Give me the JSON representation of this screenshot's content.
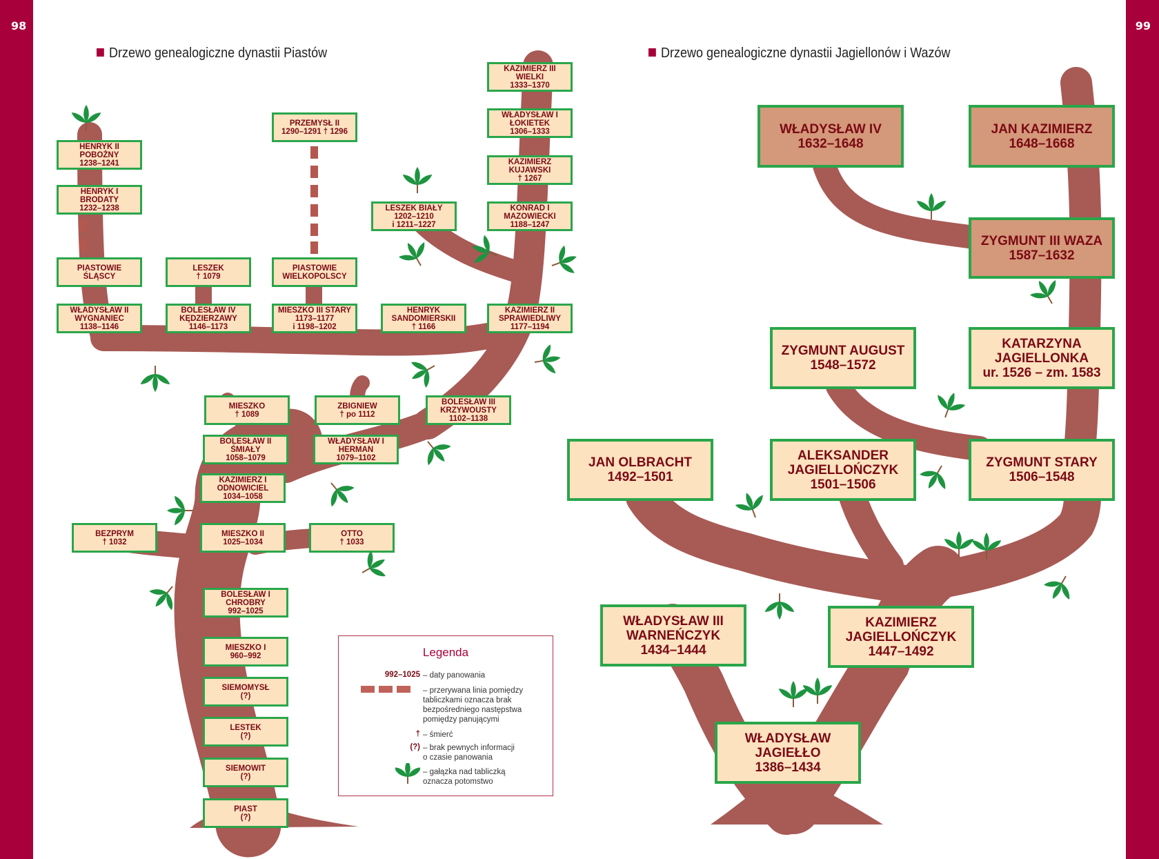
{
  "page_numbers": {
    "left": "98",
    "right": "99"
  },
  "headings": {
    "left": "Drzewo genealogiczne dynastii Piastów",
    "right": "Drzewo genealogiczne dynastii Jagiellonów i Wazów"
  },
  "piast": {
    "kazimierz_wielki": "KAZIMIERZ III\nWIELKI\n1333–1370",
    "wladyslaw_lokietek": "WŁADYSŁAW I\nŁOKIETEK\n1306–1333",
    "kazimierz_kujawski": "KAZIMIERZ\nKUJAWSKI\n† 1267",
    "konrad_mazowiecki": "KONRAD I\nMAZOWIECKI\n1188–1247",
    "kazimierz_sprawiedliwy": "KAZIMIERZ II\nSPRAWIEDLIWY\n1177–1194",
    "leszek_bialy": "LESZEK BIAŁY\n1202–1210\ni 1211–1227",
    "henryk_sandomierski": "HENRYK\nSANDOMIERSKII\n† 1166",
    "przemysl": "PRZEMYSŁ II\n1290–1291 † 1296",
    "piastowie_wielkopolscy": "PIASTOWIE\nWIELKOPOLSCY",
    "mieszko_stary": "MIESZKO III STARY\n1173–1177\ni 1198–1202",
    "leszek": "LESZEK\n† 1079",
    "boleslaw_kedzierzawy": "BOLESŁAW IV\nKĘDZIERZAWY\n1146–1173",
    "henryk_pobozny": "HENRYK II\nPOBOŻNY\n1238–1241",
    "henryk_brodaty": "HENRYK I\nBRODATY\n1232–1238",
    "piastowie_slascy": "PIASTOWIE\nŚLĄSCY",
    "wladyslaw_wygnaniec": "WŁADYSŁAW II\nWYGNANIEC\n1138–1146",
    "mieszko_1089": "MIESZKO\n† 1089",
    "zbigniew": "ZBIGNIEW\n† po 1112",
    "boleslaw_krzywousty": "BOLESŁAW III\nKRZYWOUSTY\n1102–1138",
    "boleslaw_smialy": "BOLESŁAW II\nŚMIAŁY\n1058–1079",
    "wladyslaw_herman": "WŁADYSŁAW I\nHERMAN\n1079–1102",
    "kazimierz_odnowiciel": "KAZIMIERZ I\nODNOWICIEL\n1034–1058",
    "bezprym": "BEZPRYM\n† 1032",
    "mieszko_ii": "MIESZKO II\n1025–1034",
    "otto": "OTTO\n† 1033",
    "boleslaw_chrobry": "BOLESŁAW I\nCHROBRY\n992–1025",
    "mieszko_i": "MIESZKO I\n960–992",
    "siemomysl": "SIEMOMYSŁ\n(?)",
    "lestek": "LESTEK\n(?)",
    "siemowit": "SIEMOWIT\n(?)",
    "piast": "PIAST\n(?)"
  },
  "jagiellon": {
    "wladyslaw_iv": "WŁADYSŁAW IV\n1632–1648",
    "jan_kazimierz": "JAN KAZIMIERZ\n1648–1668",
    "zygmunt_iii": "ZYGMUNT III WAZA\n1587–1632",
    "zygmunt_august": "ZYGMUNT AUGUST\n1548–1572",
    "katarzyna": "KATARZYNA\nJAGIELLONKA\nur. 1526 – zm. 1583",
    "jan_olbracht": "JAN OLBRACHT\n1492–1501",
    "aleksander": "ALEKSANDER\nJAGIELLOŃCZYK\n1501–1506",
    "zygmunt_stary": "ZYGMUNT STARY\n1506–1548",
    "warnenczyk": "WŁADYSŁAW III\nWARNEŃCZYK\n1434–1444",
    "kazimierz_jag": "KAZIMIERZ\nJAGIELLOŃCZYK\n1447–1492",
    "jagiello": "WŁADYSŁAW\nJAGIEŁŁO\n1386–1434"
  },
  "legend": {
    "title": "Legenda",
    "rows": [
      {
        "key": "992–1025",
        "text": "– daty panowania"
      },
      {
        "key": "",
        "text": "– przerywana linia pomiędzy\ntabliczkami oznacza brak\nbezpośredniego następstwa\npomiędzy panującymi"
      },
      {
        "key": "†",
        "text": "– śmierć"
      },
      {
        "key": "(?)",
        "text": "– brak pewnych informacji\no czasie panowania"
      },
      {
        "key": "",
        "text": "– gałązka nad tabliczką\noznacza potomstwo"
      }
    ]
  },
  "colors": {
    "margin": "#a8003a",
    "trunk": "#a85a55",
    "box_fill": "#fde2c0",
    "box_fill_vasa": "#d4987a",
    "box_border": "#2aa64a",
    "box_text": "#7a0a14",
    "leaf": "#1e9440"
  },
  "icons": [
    "leaf-sprig-icon",
    "legend-square-icon"
  ]
}
